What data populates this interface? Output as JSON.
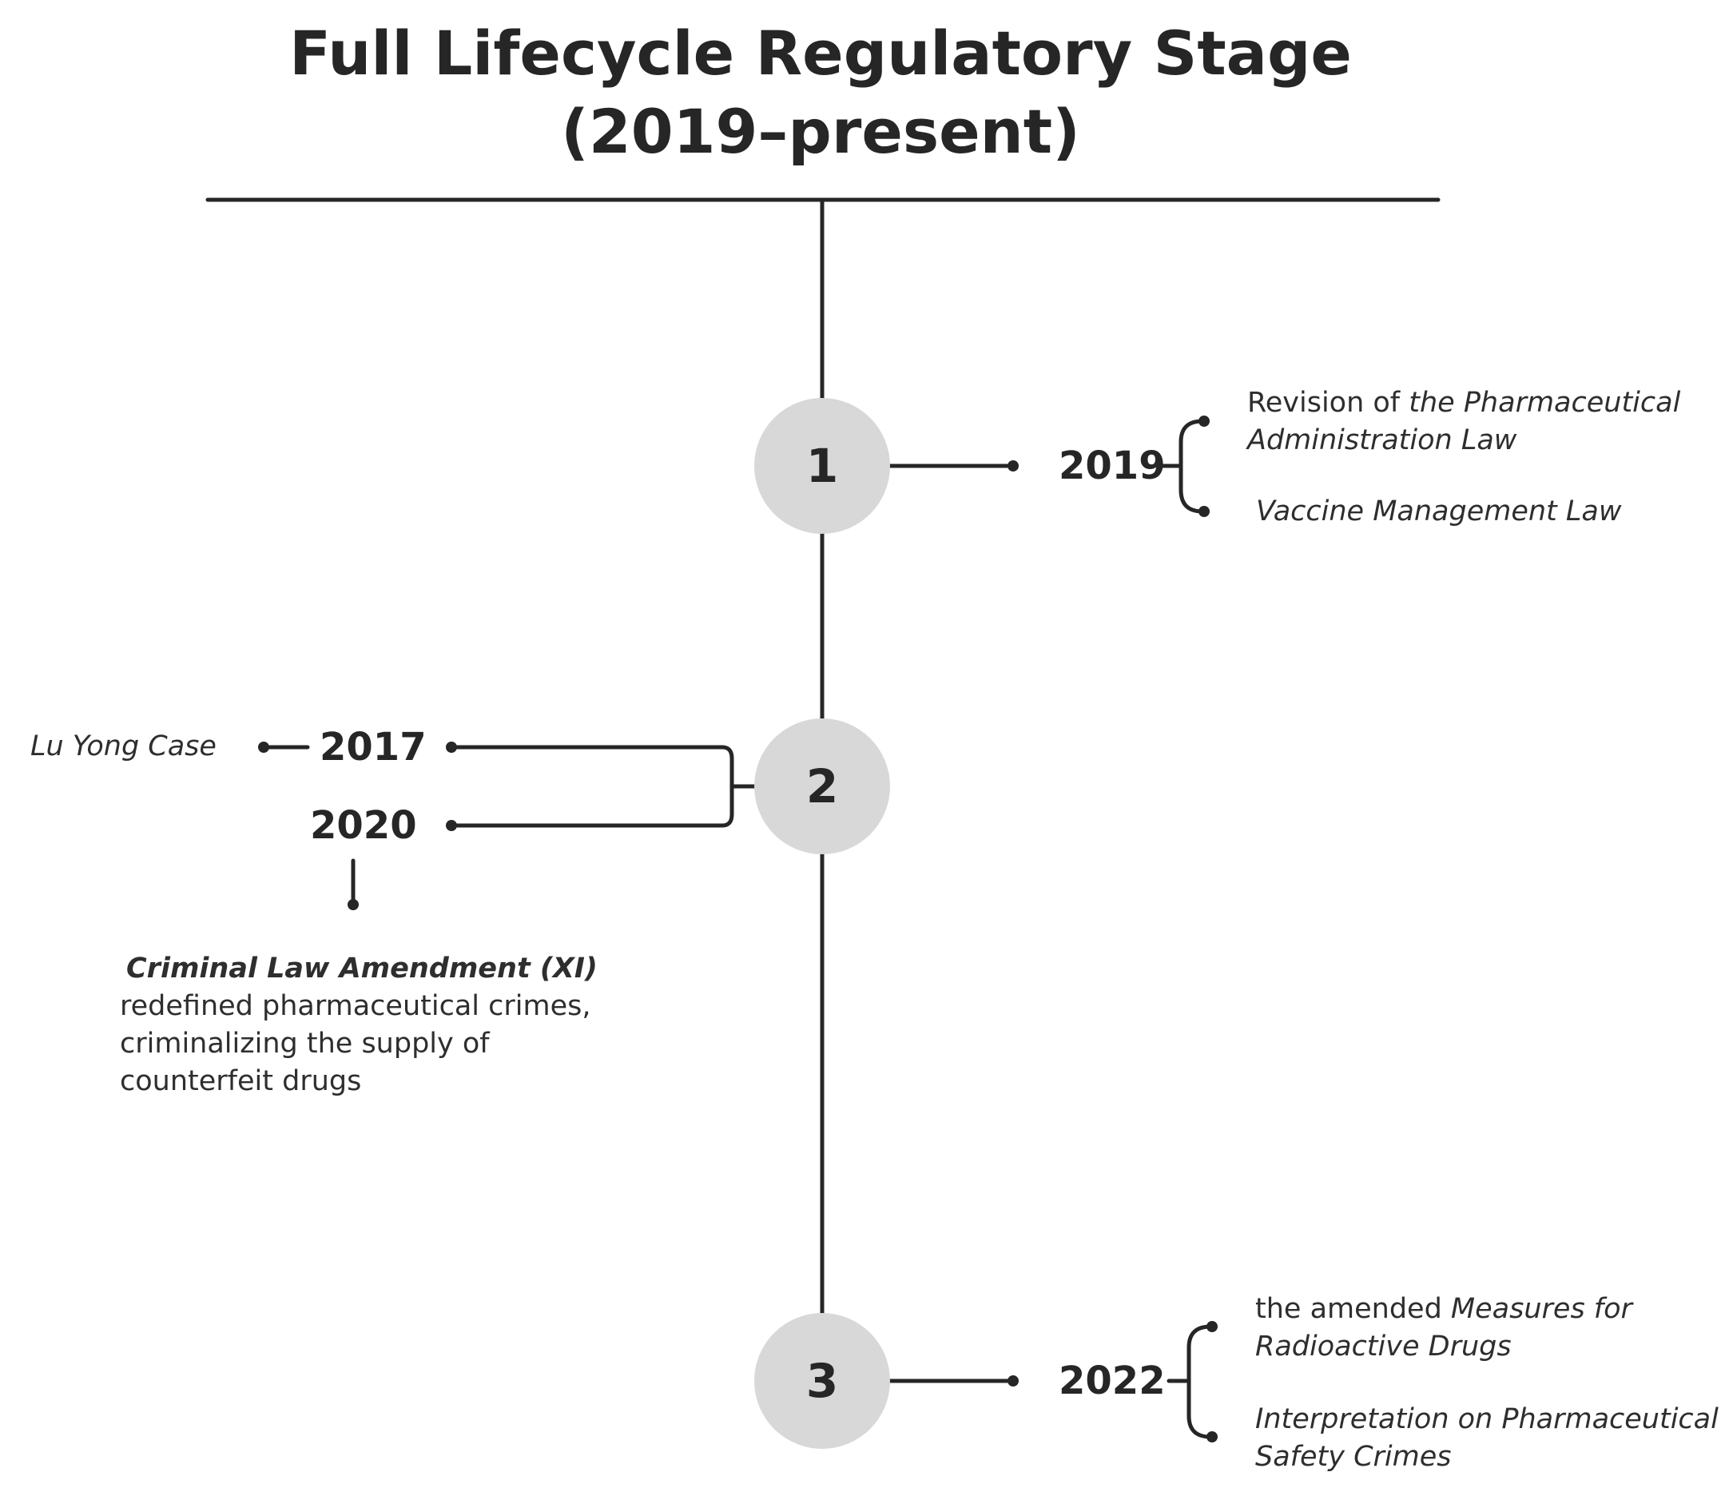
{
  "diagram": {
    "title_line1": "Full Lifecycle Regulatory Stage",
    "title_line2": "(2019–present)",
    "nodes": [
      {
        "label": "1"
      },
      {
        "label": "2"
      },
      {
        "label": "3"
      }
    ],
    "stage1": {
      "year": "2019",
      "event_a_prefix": "Revision of ",
      "event_a_italic_line1": "the Pharmaceutical",
      "event_a_italic_line2": "Administration Law",
      "event_b": "Vaccine Management Law"
    },
    "stage2": {
      "year_a": "2017",
      "year_a_event": "Lu Yong Case",
      "year_b": "2020",
      "year_b_title": "Criminal Law Amendment (XI)",
      "year_b_desc_line1": "redefined pharmaceutical crimes,",
      "year_b_desc_line2": "criminalizing the supply of",
      "year_b_desc_line3": "counterfeit drugs"
    },
    "stage3": {
      "year": "2022",
      "event_a_prefix": "the amended ",
      "event_a_italic_line1": "Measures for",
      "event_a_italic_line2": "Radioactive Drugs",
      "event_b_line1": "Interpretation on Pharmaceutical",
      "event_b_line2": "Safety Crimes"
    }
  }
}
